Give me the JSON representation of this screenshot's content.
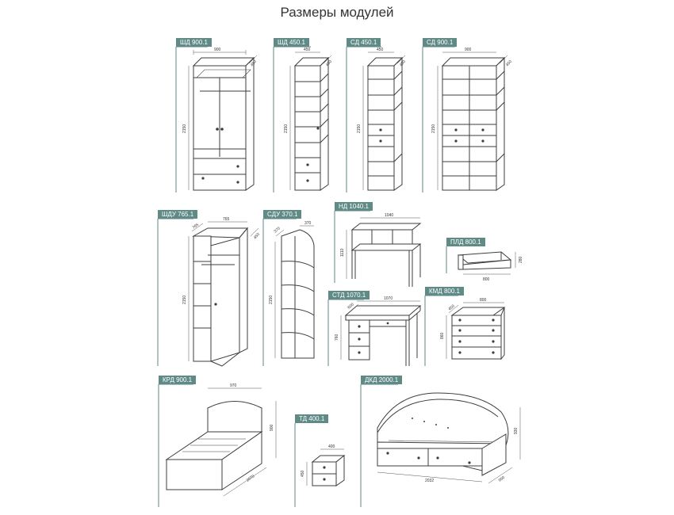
{
  "page": {
    "title": "Размеры модулей"
  },
  "colors": {
    "label_bg": "#5f8a86",
    "line": "#3d3d3d",
    "background": "#ffffff"
  },
  "modules": [
    {
      "id": "shd9001",
      "label": "ШД 900.1",
      "dims": {
        "width": "900",
        "depth": "450",
        "height": "2150"
      }
    },
    {
      "id": "shd4501",
      "label": "ШД 450.1",
      "dims": {
        "width": "450",
        "depth": "450",
        "height": "2150"
      }
    },
    {
      "id": "sd4501",
      "label": "СД 450.1",
      "dims": {
        "width": "450",
        "depth": "450",
        "height": "2150"
      }
    },
    {
      "id": "sd9001",
      "label": "СД 900.1",
      "dims": {
        "width": "900",
        "depth": "450",
        "height": "2150"
      }
    },
    {
      "id": "shdu7651",
      "label": "ШДУ 765.1",
      "dims": {
        "width": "765",
        "depth": "765",
        "depth2": "450",
        "height": "2150"
      }
    },
    {
      "id": "sdu3701",
      "label": "СДУ 370.1",
      "dims": {
        "width": "370",
        "depth": "370",
        "height": "2150"
      }
    },
    {
      "id": "nd10401",
      "label": "НД 1040.1",
      "dims": {
        "width": "1040",
        "height": "1110"
      }
    },
    {
      "id": "pld8001",
      "label": "ПЛД 800.1",
      "dims": {
        "width": "800",
        "height": "280"
      }
    },
    {
      "id": "std10701",
      "label": "СТД 1070.1",
      "dims": {
        "width": "1070",
        "depth": "600",
        "height": "760"
      }
    },
    {
      "id": "kmd8001",
      "label": "КМД 800.1",
      "dims": {
        "width": "800",
        "depth": "450",
        "height": "860"
      }
    },
    {
      "id": "krd9001",
      "label": "КРД 900.1",
      "dims": {
        "width": "970",
        "height": "900",
        "length": "2070"
      }
    },
    {
      "id": "td4001",
      "label": "ТД 400.1",
      "dims": {
        "width": "400",
        "height": "450"
      }
    },
    {
      "id": "dkd20001",
      "label": "ДКД 2000.1",
      "dims": {
        "length": "2032",
        "depth": "950",
        "height": "930"
      }
    }
  ]
}
